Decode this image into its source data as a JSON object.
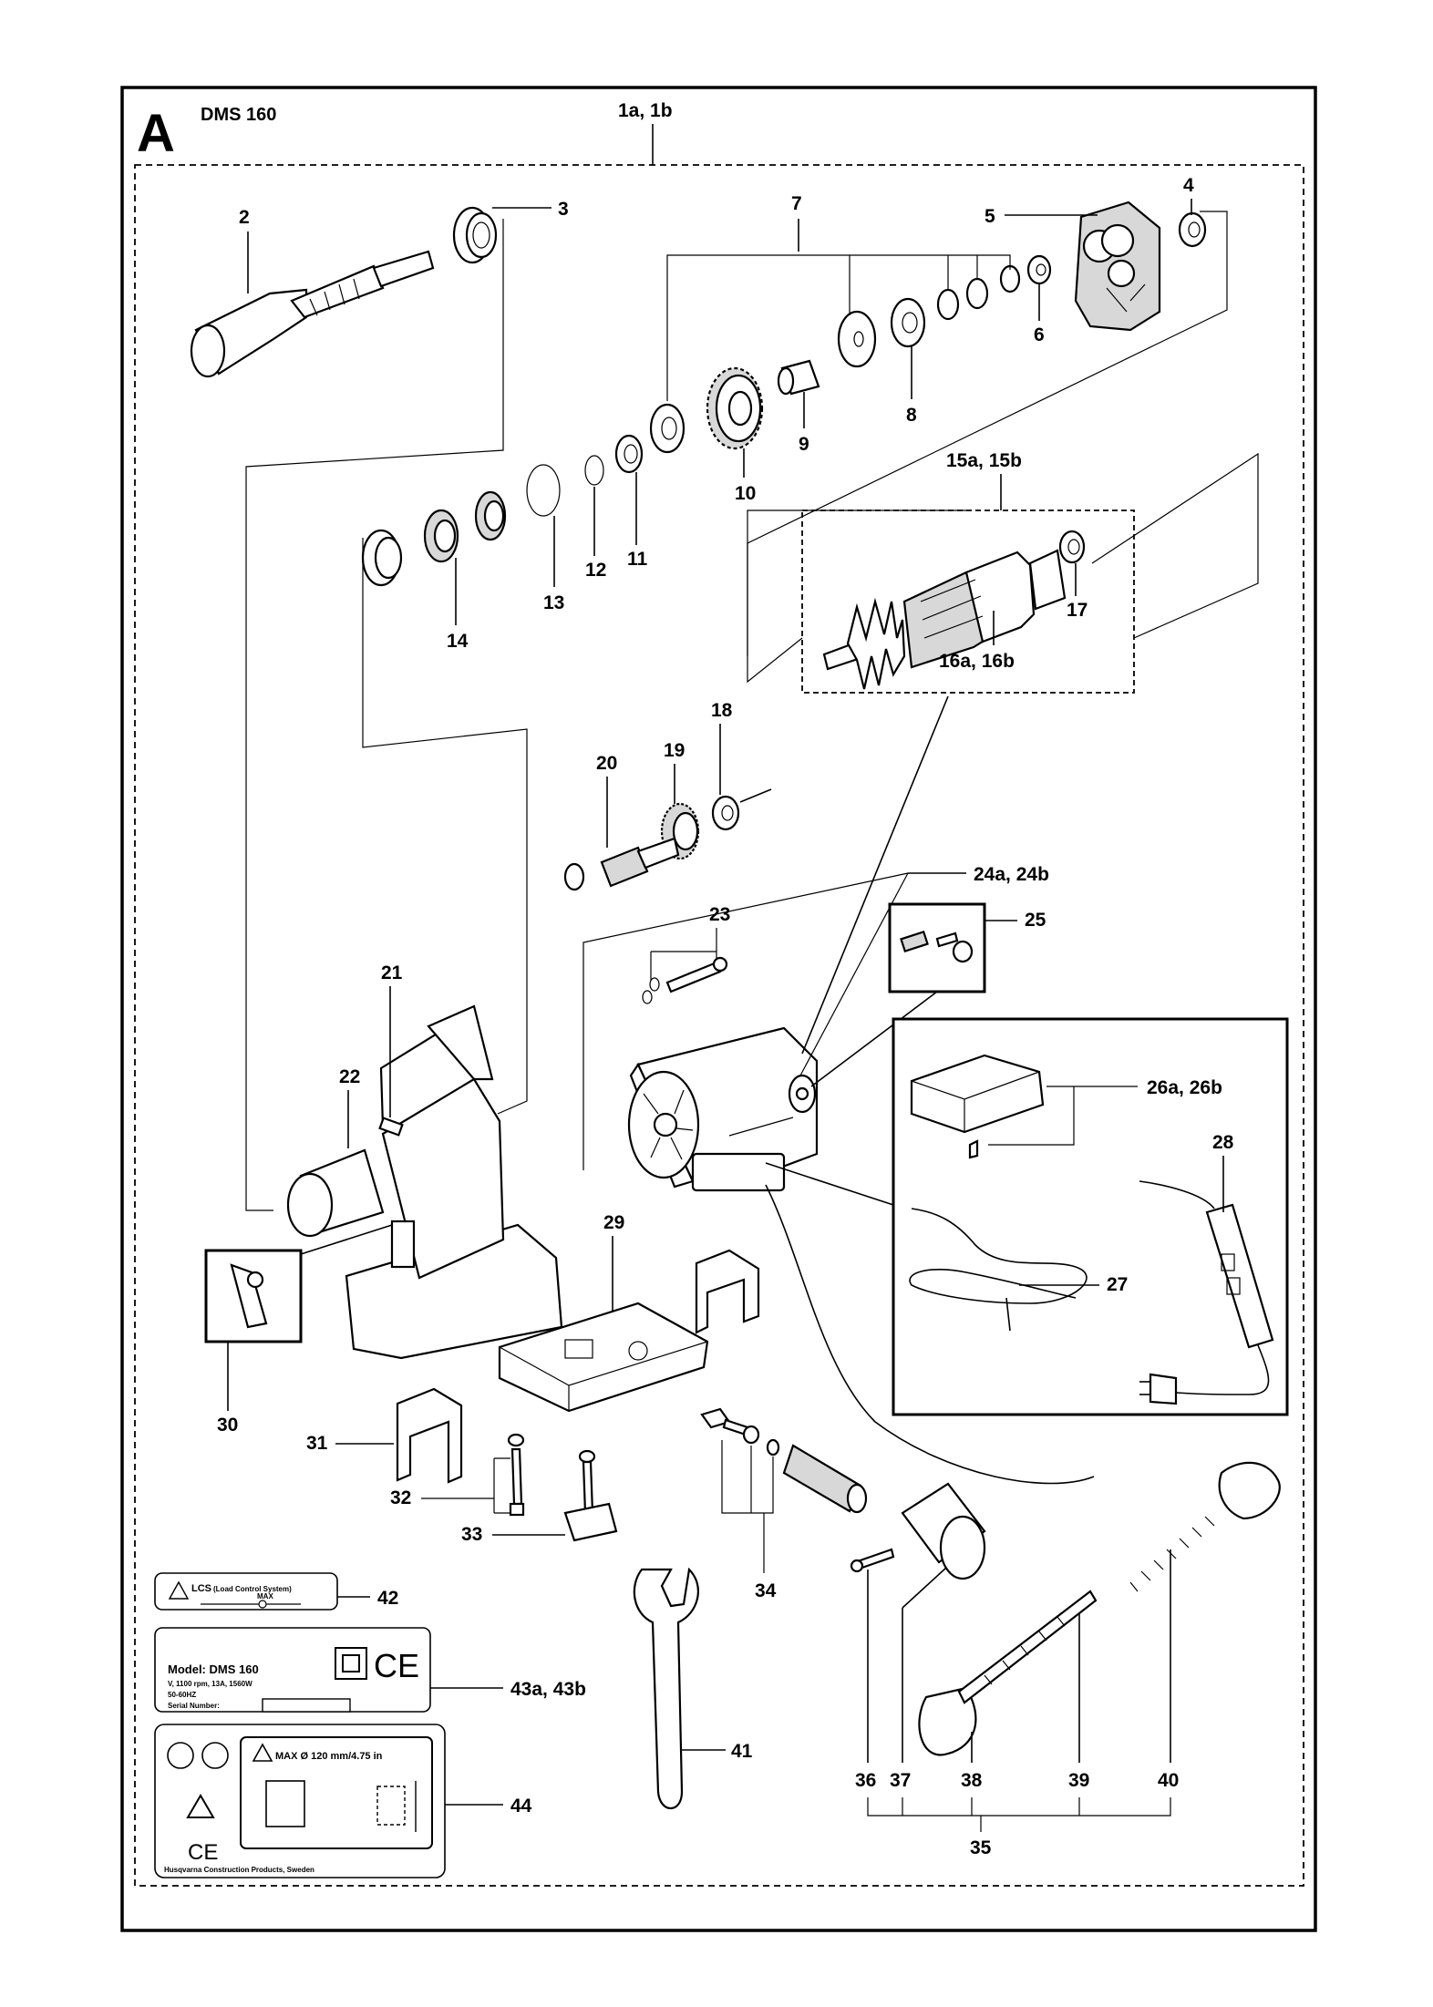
{
  "header": {
    "section_letter": "A",
    "model": "DMS 160",
    "assembly_callout": "1a, 1b"
  },
  "callouts": {
    "c2": "2",
    "c3": "3",
    "c4": "4",
    "c5": "5",
    "c6": "6",
    "c7": "7",
    "c8": "8",
    "c9": "9",
    "c10": "10",
    "c11": "11",
    "c12": "12",
    "c13": "13",
    "c14": "14",
    "c15": "15a, 15b",
    "c16": "16a, 16b",
    "c17": "17",
    "c18": "18",
    "c19": "19",
    "c20": "20",
    "c21": "21",
    "c22": "22",
    "c23": "23",
    "c24": "24a, 24b",
    "c25": "25",
    "c26": "26a, 26b",
    "c27": "27",
    "c28": "28",
    "c29": "29",
    "c30": "30",
    "c31": "31",
    "c32": "32",
    "c33": "33",
    "c34": "34",
    "c35": "35",
    "c36": "36",
    "c37": "37",
    "c38": "38",
    "c39": "39",
    "c40": "40",
    "c41": "41",
    "c42": "42",
    "c43": "43a, 43b",
    "c44": "44"
  },
  "labels": {
    "lcs_label": {
      "text": "LCS",
      "subtext": "(Load Control System)",
      "max": "MAX"
    },
    "rating_plate": {
      "model_line": "Model: DMS 160",
      "spec_line": "V, 1100 rpm, 13A, 1560W",
      "freq_line": "50-60HZ",
      "serial_label": "Serial Number:",
      "ce_mark": "CE"
    },
    "warning_plate": {
      "max_diameter": "MAX Ø 120 mm/4.75 in",
      "ce_mark": "CE",
      "footer": "Husqvarna Construction Products, Sweden"
    }
  }
}
